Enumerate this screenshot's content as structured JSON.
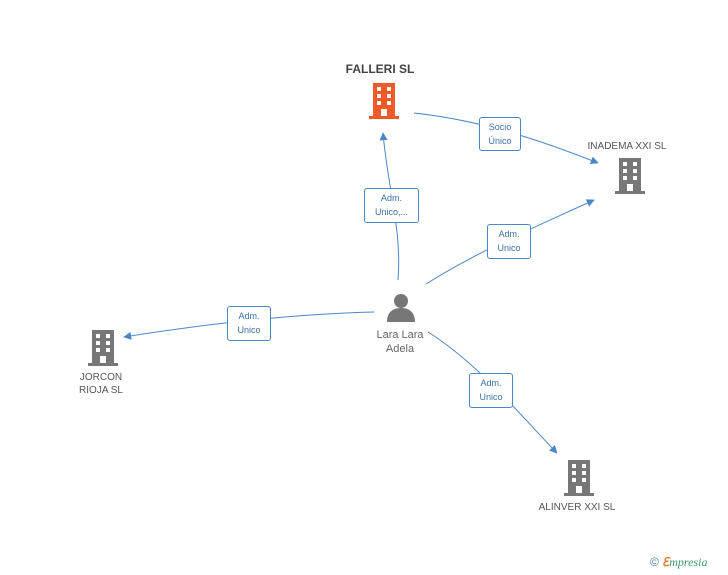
{
  "colors": {
    "edge": "#4a86c8",
    "company_main": "#f05a28",
    "company": "#777777",
    "person": "#777777"
  },
  "nodes": {
    "falleri": {
      "label": "FALLERI SL",
      "icon": "building-icon"
    },
    "inadema": {
      "label": "INADEMA XXI  SL",
      "icon": "building-icon"
    },
    "jorcon": {
      "label": "JORCON\nRIOJA SL",
      "icon": "building-icon"
    },
    "alinver": {
      "label": "ALINVER XXI  SL",
      "icon": "building-icon"
    },
    "lara": {
      "label": "Lara Lara\nAdela",
      "icon": "person-icon"
    }
  },
  "edges": {
    "socio": "Socio\nÚnico",
    "adm_falleri": "Adm.\nUnico,...",
    "adm_inadema": "Adm.\nUnico",
    "adm_jorcon": "Adm.\nUnico",
    "adm_alinver": "Adm.\nUnico"
  },
  "brand": {
    "copyright": "©",
    "e": "ℇ",
    "name": "mpresia"
  }
}
